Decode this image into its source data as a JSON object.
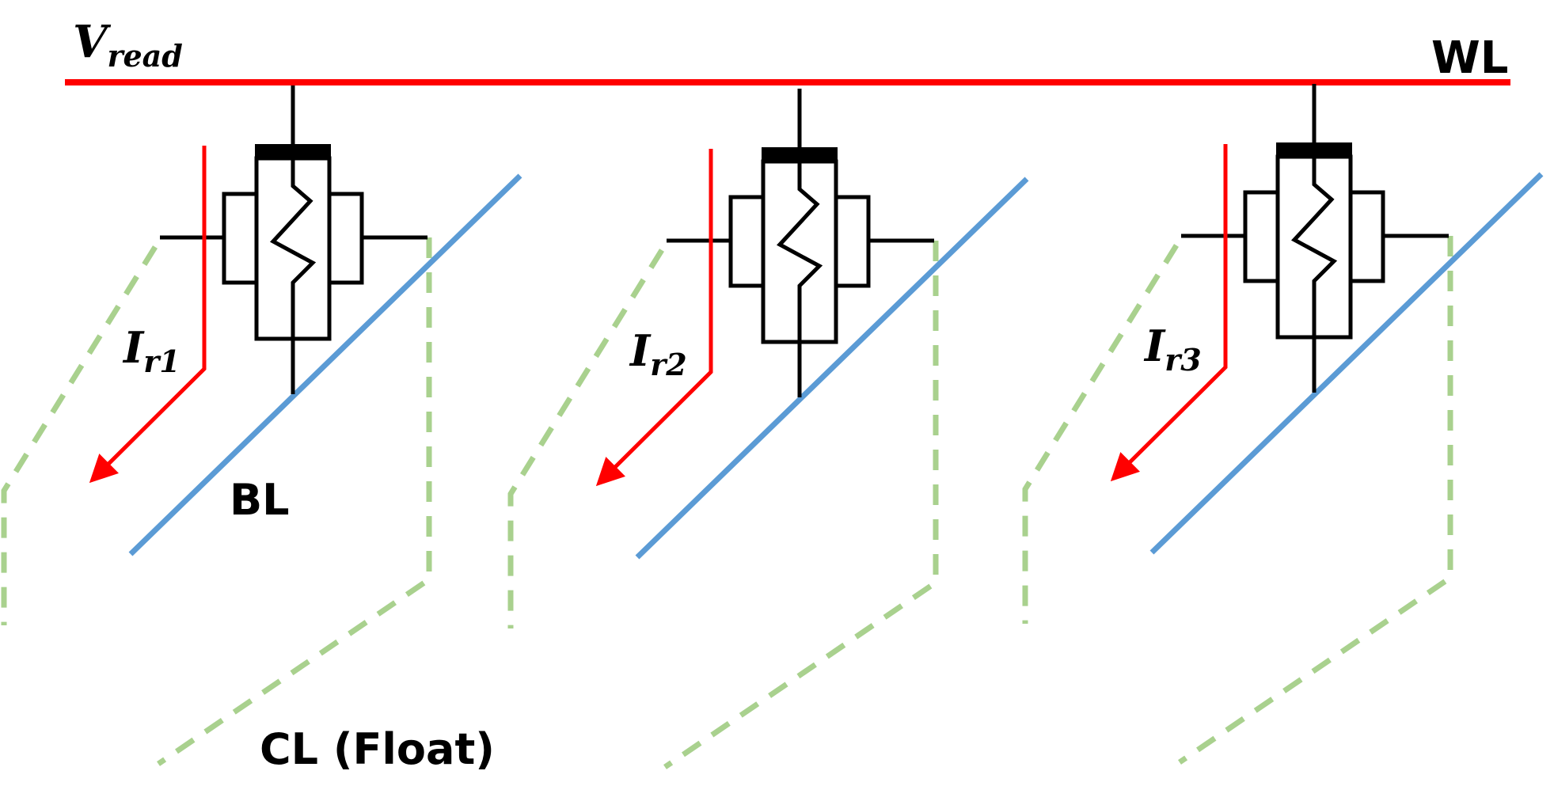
{
  "labels": {
    "vread_main": "V",
    "vread_sub": "read",
    "wl": "WL",
    "bl": "BL",
    "cl": "CL (Float)"
  },
  "cells": [
    {
      "current_main": "I",
      "current_sub": "r1"
    },
    {
      "current_main": "I",
      "current_sub": "r2"
    },
    {
      "current_main": "I",
      "current_sub": "r3"
    }
  ],
  "colors": {
    "word_line": "#ff0000",
    "bit_line": "#5b9bd5",
    "control_line": "#a9d18e",
    "current_arrow": "#ff0000",
    "device": "#000000"
  },
  "icons": {
    "cell_device": "ferroelectric-transistor-icon",
    "current_arrow": "arrow-icon"
  }
}
